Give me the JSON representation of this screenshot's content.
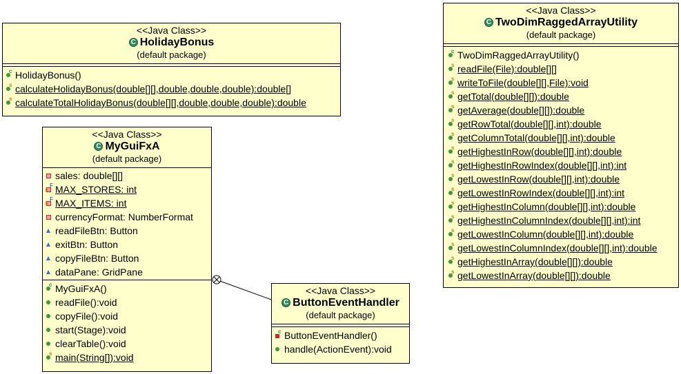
{
  "stereotype": "<<Java Class>>",
  "holiday_bonus": {
    "name": "HolidayBonus",
    "package": "(default package)",
    "methods": [
      "HolidayBonus()",
      "calculateHolidayBonus(double[][],double,double,double):double[]",
      "calculateTotalHolidayBonus(double[][],double,double,double):double"
    ]
  },
  "my_gui": {
    "name": "MyGuiFxA",
    "package": "(default package)",
    "fields": [
      "sales: double[][]",
      "MAX_STORES: int",
      "MAX_ITEMS: int",
      "currencyFormat: NumberFormat",
      "readFileBtn: Button",
      "exitBtn: Button",
      "copyFileBtn: Button",
      "dataPane: GridPane"
    ],
    "methods": [
      "MyGuiFxA()",
      "readFile():void",
      "copyFile():void",
      "start(Stage):void",
      "clearTable():void",
      "main(String[]):void"
    ]
  },
  "button_handler": {
    "name": "ButtonEventHandler",
    "package": "(default package)",
    "methods": [
      "ButtonEventHandler()",
      "handle(ActionEvent):void"
    ]
  },
  "ragged": {
    "name": "TwoDimRaggedArrayUtility",
    "package": "(default package)",
    "methods": [
      "TwoDimRaggedArrayUtility()",
      "readFile(File):double[][]",
      "writeToFile(double[][],File):void",
      "getTotal(double[][]):double",
      "getAverage(double[][]):double",
      "getRowTotal(double[][],int):double",
      "getColumnTotal(double[][],int):double",
      "getHighestInRow(double[][],int):double",
      "getHighestInRowIndex(double[][],int):int",
      "getLowestInRow(double[][],int):double",
      "getLowestInRowIndex(double[][],int):int",
      "getHighestInColumn(double[][],int):double",
      "getHighestInColumnIndex(double[][],int):int",
      "getLowestInColumn(double[][],int):double",
      "getLowestInColumnIndex(double[][],int):double",
      "getHighestInArray(double[][]):double",
      "getLowestInArray(double[][]):double"
    ]
  },
  "colors": {
    "class_fill": "#ffffcc",
    "class_icon": "#2e8b57",
    "public_method": "#3a9a3a",
    "private_member": "#c8282d",
    "package_member": "#3c6dbf"
  }
}
